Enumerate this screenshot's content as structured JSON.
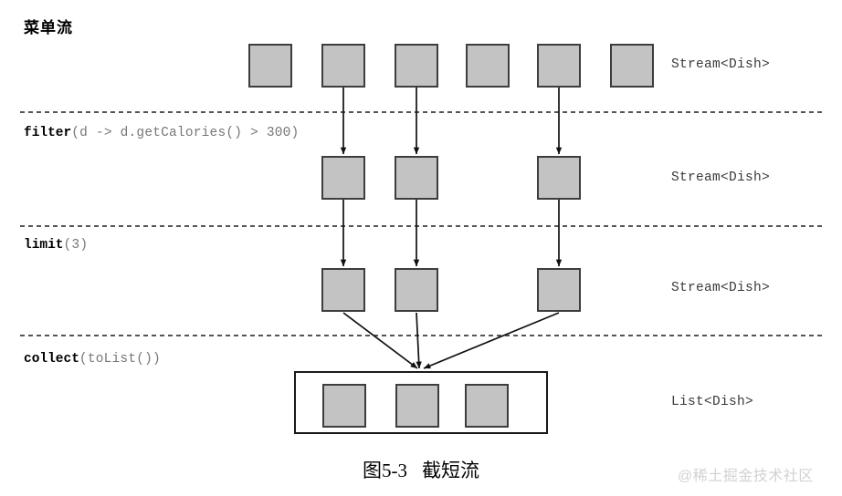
{
  "diagram": {
    "title": "菜单流",
    "caption_number": "图5-3",
    "caption_text": "截短流",
    "watermark": "@稀土掘金技术社区",
    "colors": {
      "box_fill": "#c3c3c3",
      "box_stroke": "#3d3d3d",
      "container_stroke": "#1a1a1a",
      "arrow": "#111111",
      "separator": "#555555",
      "dim_text": "#777777",
      "watermark": "#d2d2d2"
    },
    "operations": [
      {
        "name": "filter",
        "args": "(d -> d.getCalories() > 300)"
      },
      {
        "name": "limit",
        "args": "(3)"
      },
      {
        "name": "collect",
        "args": "(toList())"
      }
    ],
    "type_labels": [
      {
        "text": "Stream<Dish>"
      },
      {
        "text": "Stream<Dish>"
      },
      {
        "text": "Stream<Dish>"
      },
      {
        "text": "List<Dish>"
      }
    ],
    "rows": [
      {
        "name": "source-stream",
        "box_count": 6,
        "type": "Stream<Dish>"
      },
      {
        "name": "filtered-stream",
        "box_count": 3,
        "type": "Stream<Dish>"
      },
      {
        "name": "limited-stream",
        "box_count": 3,
        "type": "Stream<Dish>"
      },
      {
        "name": "result-list",
        "box_count": 3,
        "type": "List<Dish>"
      }
    ]
  }
}
